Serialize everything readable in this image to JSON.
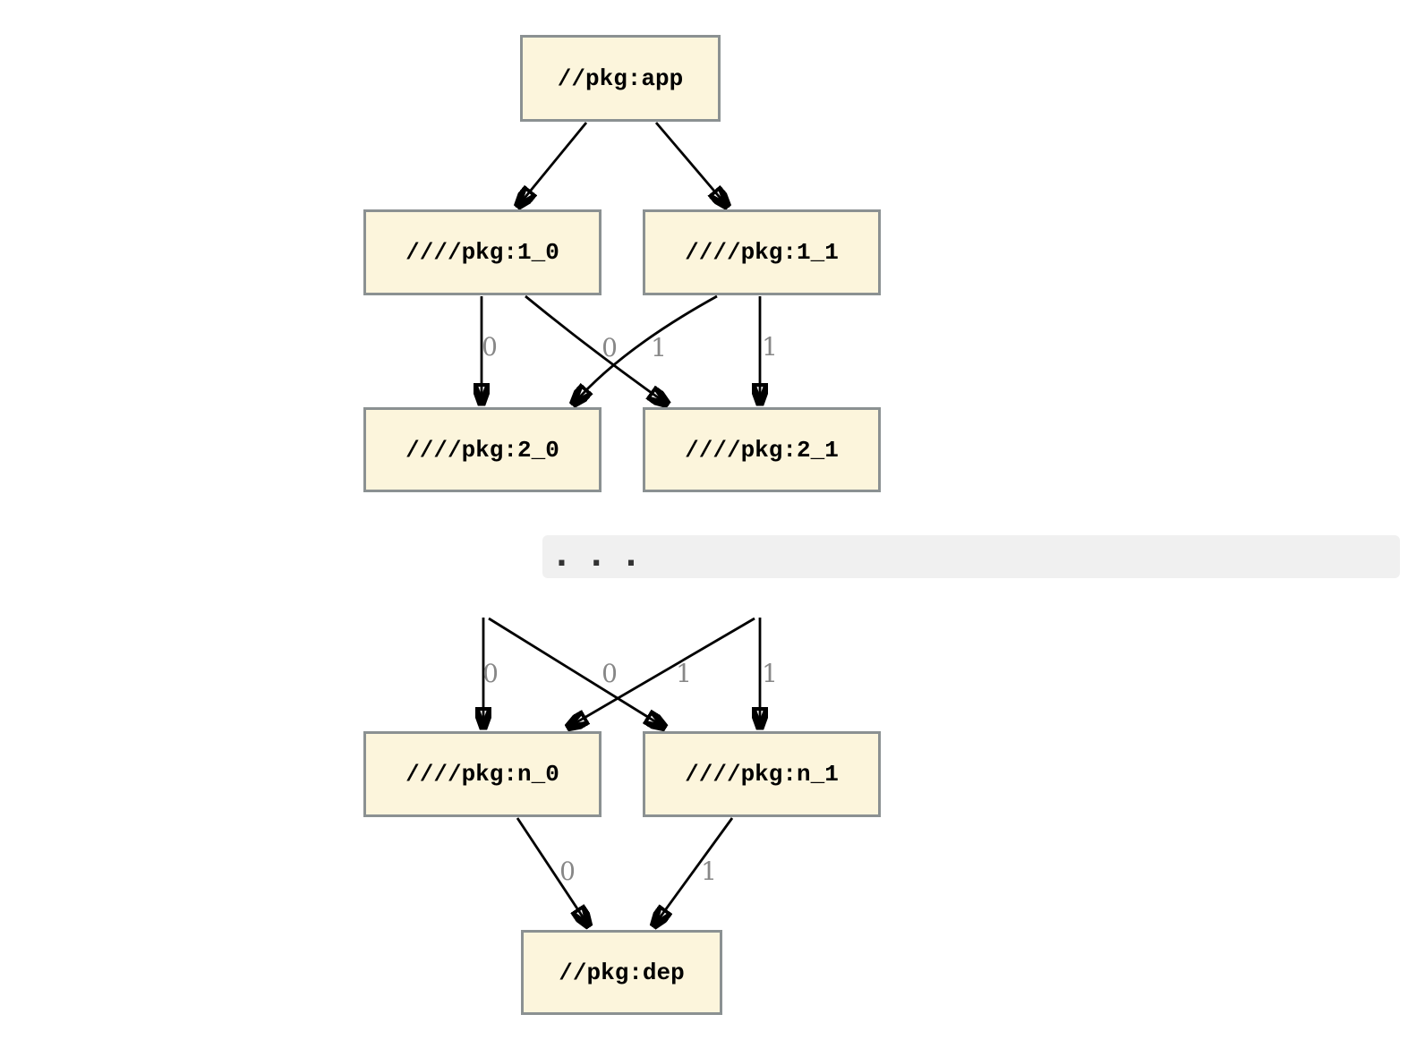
{
  "nodes": [
    {
      "id": "app",
      "label": "//pkg:app"
    },
    {
      "id": "1_0",
      "label": "////pkg:1_0"
    },
    {
      "id": "1_1",
      "label": "////pkg:1_1"
    },
    {
      "id": "2_0",
      "label": "////pkg:2_0"
    },
    {
      "id": "2_1",
      "label": "////pkg:2_1"
    },
    {
      "id": "n_0",
      "label": "////pkg:n_0"
    },
    {
      "id": "n_1",
      "label": "////pkg:n_1"
    },
    {
      "id": "dep",
      "label": "//pkg:dep"
    }
  ],
  "edges": [
    {
      "from": "//pkg:app",
      "to": "////pkg:1_0",
      "label": ""
    },
    {
      "from": "//pkg:app",
      "to": "////pkg:1_1",
      "label": ""
    },
    {
      "from": "////pkg:1_0",
      "to": "////pkg:2_0",
      "label": "0"
    },
    {
      "from": "////pkg:1_1",
      "to": "////pkg:2_0",
      "label": "0"
    },
    {
      "from": "////pkg:1_0",
      "to": "////pkg:2_1",
      "label": "1"
    },
    {
      "from": "////pkg:1_1",
      "to": "////pkg:2_1",
      "label": "1"
    },
    {
      "from": "",
      "to": "////pkg:n_0",
      "label": "0"
    },
    {
      "from": "",
      "to": "////pkg:n_0",
      "label": "0"
    },
    {
      "from": "",
      "to": "////pkg:n_1",
      "label": "1"
    },
    {
      "from": "",
      "to": "////pkg:n_1",
      "label": "1"
    },
    {
      "from": "////pkg:n_0",
      "to": "//pkg:dep",
      "label": "0"
    },
    {
      "from": "////pkg:n_1",
      "to": "//pkg:dep",
      "label": "1"
    }
  ],
  "separator": {
    "ellipsis": ". . ."
  },
  "colors": {
    "node_fill": "#FCF5DC",
    "node_border": "#8B9192",
    "edge_stroke": "#000000",
    "edge_label_text": "#878787",
    "separator_bg": "#F0F0F0",
    "ellipsis_dots": "#333333",
    "background": "#FFFFFF"
  }
}
